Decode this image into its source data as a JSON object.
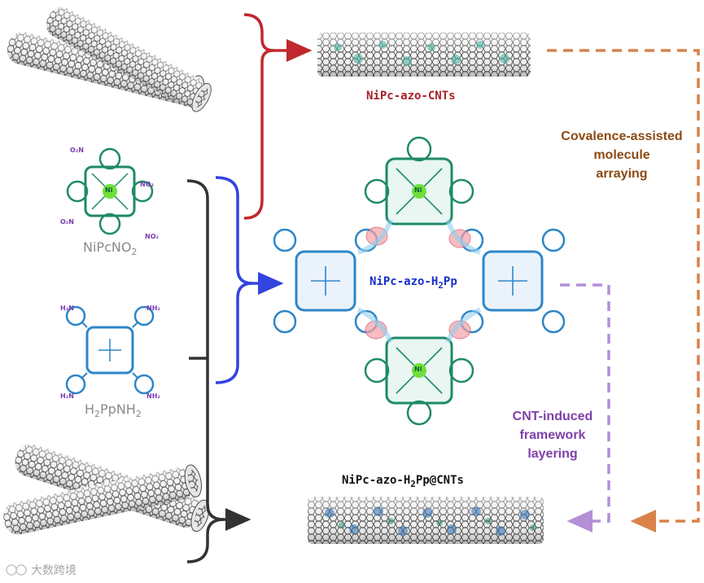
{
  "labels": {
    "nipc_azo_cnts": "NiPc-azo-CNTs",
    "nipc_azo_h2pp": {
      "pre": "NiPc-azo-H",
      "sub": "2",
      "post": "Pp"
    },
    "nipc_azo_h2pp_cnts": {
      "pre": "NiPc-azo-H",
      "sub": "2",
      "post": "Pp@CNTs"
    },
    "nipcno2": {
      "pre": "NiPcNO",
      "sub": "2"
    },
    "h2ppnh2": {
      "pre": "H",
      "sub": "2",
      "mid": "PpNH",
      "sub2": "2"
    },
    "covalence": [
      "Covalence-assisted",
      "molecule",
      "arraying"
    ],
    "cnt_induced": [
      "CNT-induced",
      "framework",
      "layering"
    ],
    "watermark": "大数跨境",
    "no2": "O₂N",
    "no2_r": "NO₂",
    "nh2": "H₂N",
    "nh2_r": "NH₂",
    "ni": "Ni"
  },
  "colors": {
    "red_arrow": "#c0282d",
    "blue_arrow": "#3344e0",
    "black_arrow": "#333333",
    "orange_dash": "#d9824a",
    "purple_dash": "#b38fd6",
    "covalence_text": "#8b4a14",
    "cnt_induced_text": "#7f3fa8",
    "nipc_green": "#1f8a6a",
    "h2pp_blue": "#2e86c8"
  }
}
